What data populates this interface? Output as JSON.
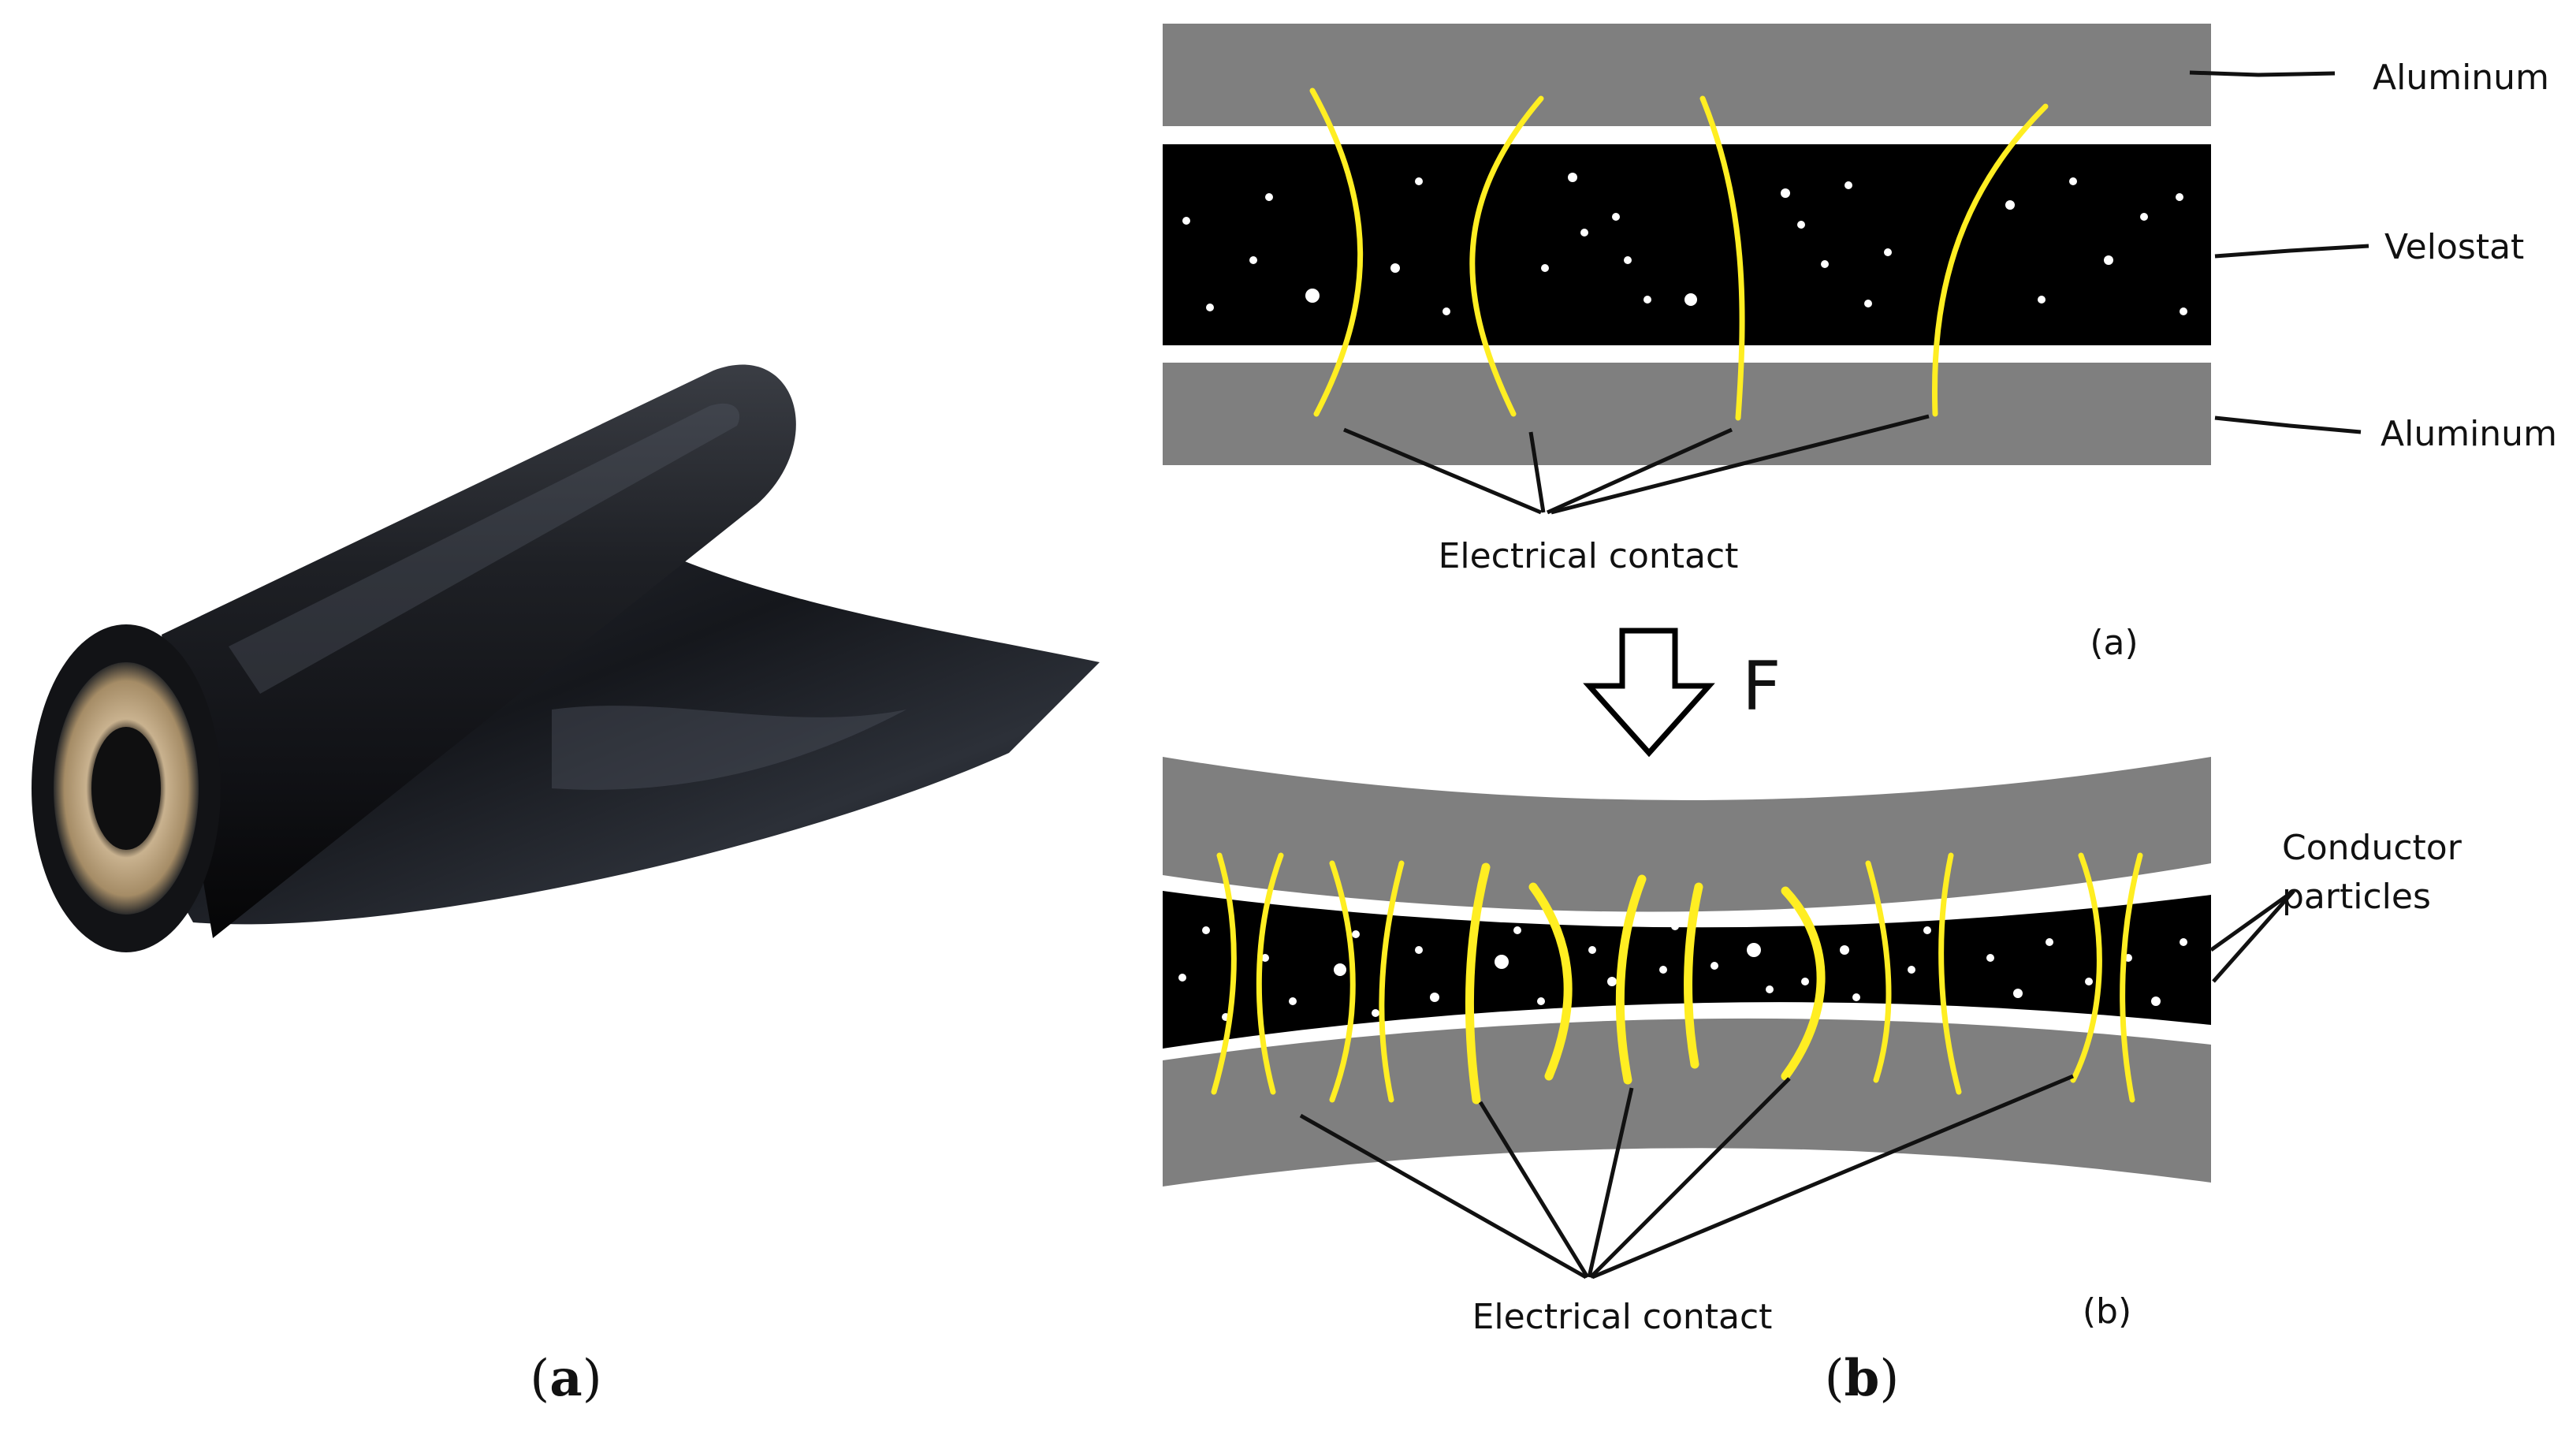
{
  "panel_a": {
    "caption_open": "(",
    "caption_letter": "a",
    "caption_close": ")"
  },
  "panel_b": {
    "caption_open": "(",
    "caption_letter": "b",
    "caption_close": ")",
    "top": {
      "labels": {
        "aluminum_top": "Aluminum",
        "velostat": "Velostat",
        "aluminum_bottom": "Aluminum"
      },
      "electrical_contact": "Electrical contact",
      "sub_caption": "(a)"
    },
    "force_label": "F",
    "bottom": {
      "conductor_label_line1": "Conductor",
      "conductor_label_line2": "particles",
      "electrical_contact": "Electrical contact",
      "sub_caption": "(b)"
    }
  },
  "colors": {
    "aluminum": "#7f7f7f",
    "velostat": "#000000",
    "contact_path": "#ffee22",
    "particle": "#ffffff",
    "roll": "#1c1e22",
    "core": "#c2ab87"
  }
}
